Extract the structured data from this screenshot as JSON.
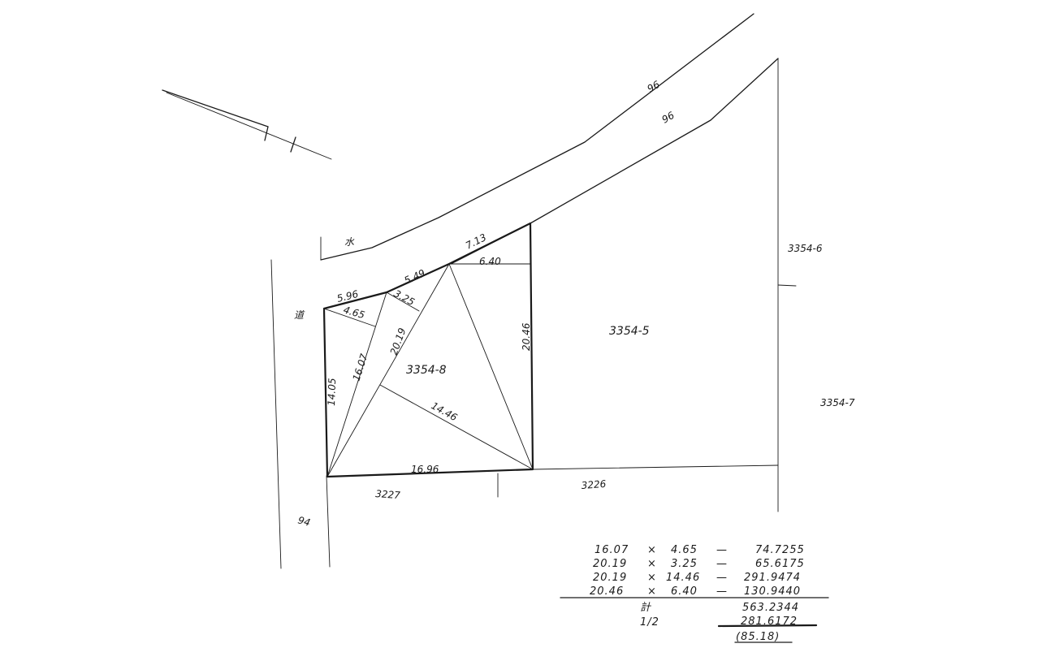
{
  "lots": {
    "main": "3354-8",
    "east": "3354-5",
    "east_top": "3354-6",
    "east_far": "3354-7",
    "south_left": "3227",
    "south_right": "3226"
  },
  "dimensions": {
    "d_596": "5.96",
    "d_549": "5.49",
    "d_713": "7.13",
    "d_640": "6.40",
    "d_325": "3.25",
    "d_465": "4.65",
    "d_2019": "20.19",
    "d_1607": "16.07",
    "d_1405": "14.05",
    "d_2046": "20.46",
    "d_1446": "14.46",
    "d_1696": "16.96"
  },
  "labels": {
    "road_top_1": "96",
    "road_top_2": "96",
    "road_left": "水",
    "west_mark": "道",
    "south_west_mark": "94"
  },
  "calculation": {
    "rows": [
      {
        "a": "16.07",
        "op": "×",
        "b": "4.65",
        "eq": "—",
        "result": "74.7255"
      },
      {
        "a": "20.19",
        "op": "×",
        "b": "3.25",
        "eq": "—",
        "result": "65.6175"
      },
      {
        "a": "20.19",
        "op": "×",
        "b": "14.46",
        "eq": "—",
        "result": "291.9474"
      },
      {
        "a": "20.46",
        "op": "×",
        "b": "6.40",
        "eq": "—",
        "result": "130.9440"
      }
    ],
    "sum_label": "計",
    "sum_value": "563.2344",
    "half_label": "1/2",
    "half_value": "281.6172",
    "final": "(85.18)"
  }
}
